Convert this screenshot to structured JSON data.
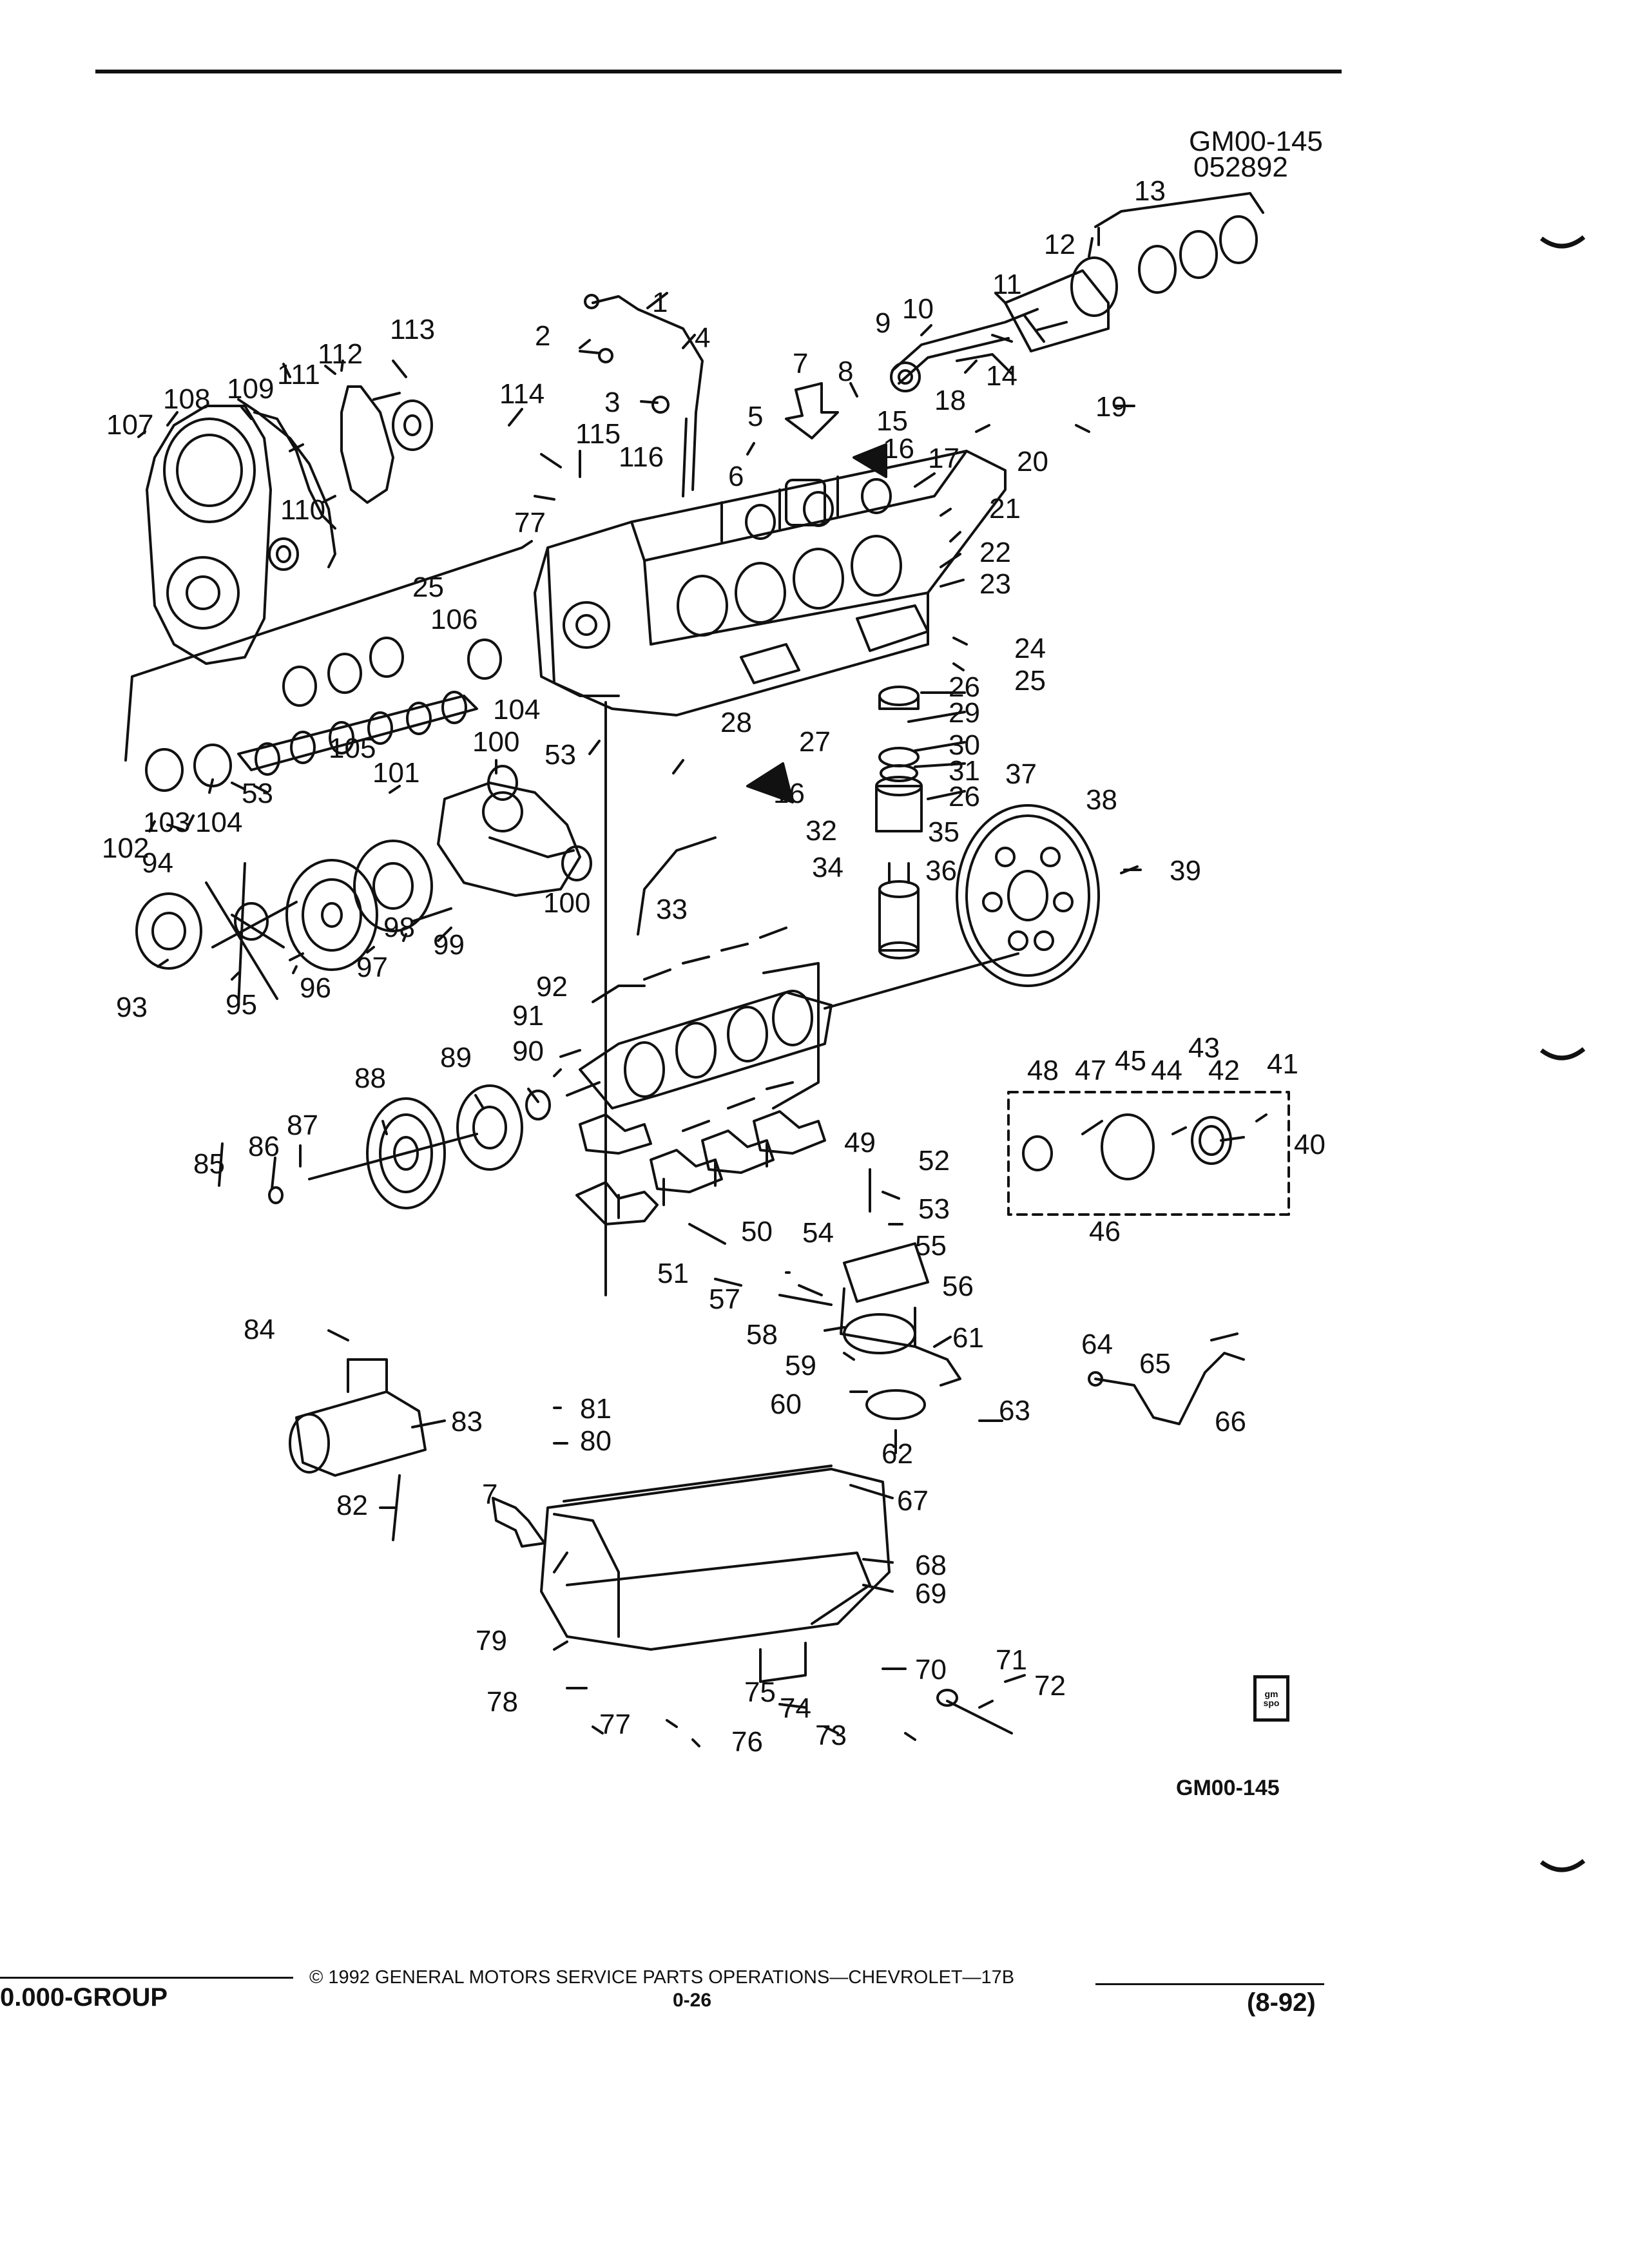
{
  "header": {
    "drawing_id": "GM00-145",
    "date_code": "052892"
  },
  "diagram": {
    "bottom_id": "GM00-145",
    "logo_text": "gm spo"
  },
  "callouts": {
    "c1": "1",
    "c2": "2",
    "c3": "3",
    "c4": "4",
    "c5": "5",
    "c6": "6",
    "c7a": "7",
    "c7b": "7",
    "c8": "8",
    "c9": "9",
    "c10": "10",
    "c11": "11",
    "c12": "12",
    "c13": "13",
    "c14": "14",
    "c15": "15",
    "c16a": "16",
    "c16b": "16",
    "c17": "17",
    "c18": "18",
    "c19": "19",
    "c20": "20",
    "c21": "21",
    "c22": "22",
    "c23": "23",
    "c24": "24",
    "c25a": "25",
    "c25b": "25",
    "c26a": "26",
    "c26b": "26",
    "c27": "27",
    "c28": "28",
    "c29": "29",
    "c30": "30",
    "c31": "31",
    "c32": "32",
    "c33": "33",
    "c34": "34",
    "c35": "35",
    "c36": "36",
    "c37": "37",
    "c38": "38",
    "c39": "39",
    "c40": "40",
    "c41": "41",
    "c42": "42",
    "c43": "43",
    "c44": "44",
    "c45": "45",
    "c46": "46",
    "c47": "47",
    "c48": "48",
    "c49": "49",
    "c50": "50",
    "c51": "51",
    "c52": "52",
    "c53a": "53",
    "c53b": "53",
    "c53c": "53",
    "c54": "54",
    "c55": "55",
    "c56": "56",
    "c57": "57",
    "c58": "58",
    "c59": "59",
    "c60": "60",
    "c61": "61",
    "c62": "62",
    "c63": "63",
    "c64": "64",
    "c65": "65",
    "c66": "66",
    "c67": "67",
    "c68": "68",
    "c69": "69",
    "c70": "70",
    "c71": "71",
    "c72": "72",
    "c73": "73",
    "c74": "74",
    "c75": "75",
    "c76": "76",
    "c77a": "77",
    "c77b": "77",
    "c78": "78",
    "c79": "79",
    "c80": "80",
    "c81": "81",
    "c82": "82",
    "c83": "83",
    "c84": "84",
    "c85": "85",
    "c86": "86",
    "c87": "87",
    "c88": "88",
    "c89": "89",
    "c90": "90",
    "c91": "91",
    "c92": "92",
    "c93": "93",
    "c94": "94",
    "c95": "95",
    "c96": "96",
    "c97": "97",
    "c98": "98",
    "c99": "99",
    "c100a": "100",
    "c100b": "100",
    "c101": "101",
    "c102": "102",
    "c103": "103",
    "c104a": "104",
    "c104b": "104",
    "c105": "105",
    "c106": "106",
    "c107": "107",
    "c108": "108",
    "c109": "109",
    "c110": "110",
    "c111": "111",
    "c112": "112",
    "c113": "113",
    "c114": "114",
    "c115": "115",
    "c116": "116"
  },
  "footer": {
    "group": "0.000-GROUP",
    "copyright": "© 1992 GENERAL MOTORS SERVICE PARTS OPERATIONS—CHEVROLET—17B",
    "page": "0-26",
    "revision": "(8-92)"
  }
}
